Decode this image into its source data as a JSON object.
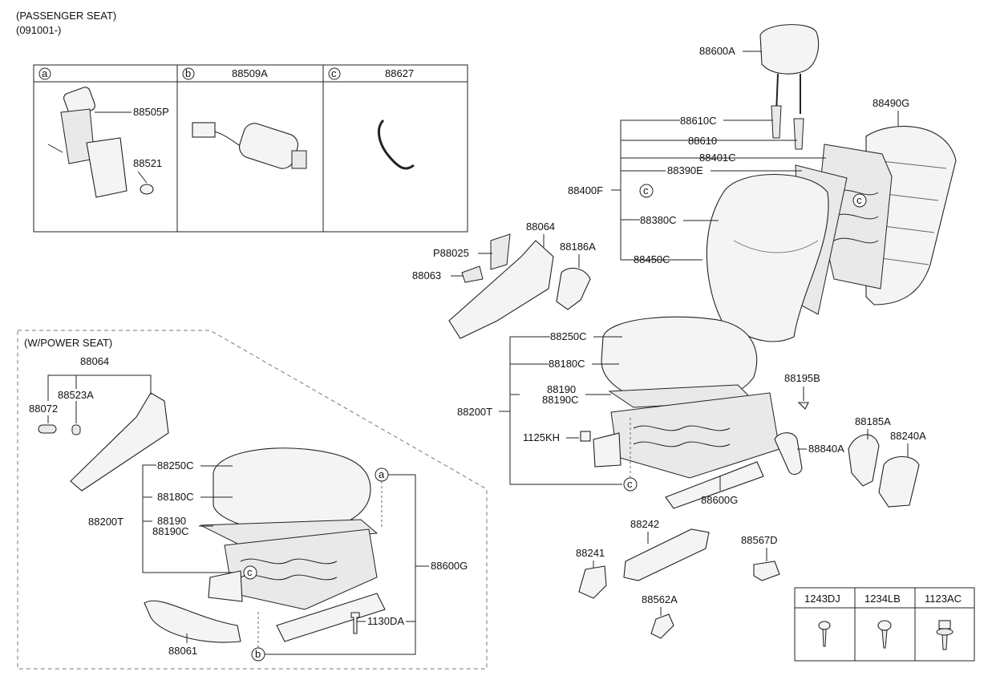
{
  "header": {
    "title": "(PASSENGER SEAT)",
    "date_range": "(091001-)"
  },
  "inset_table": {
    "cells": [
      {
        "letter": "a",
        "part": ""
      },
      {
        "letter": "b",
        "part": "88509A"
      },
      {
        "letter": "c",
        "part": "88627"
      }
    ],
    "labels": {
      "motor": "88505P",
      "ring": "88521"
    }
  },
  "power_seat": {
    "title": "(W/POWER SEAT)",
    "labels": {
      "cover_top": "88064",
      "cover_mid": "88523A",
      "cover_left": "88072",
      "cushion_cover": "88250C",
      "cushion_pad": "88180C",
      "seat_assy": "88200T",
      "cushion_frame": "88190",
      "cushion_frame2": "88190C",
      "circle_c": "c",
      "circle_a": "a",
      "circle_b": "b",
      "track": "88600G",
      "bolt": "1130DA",
      "trim": "88061"
    }
  },
  "main": {
    "labels": {
      "headrest": "88600A",
      "back_trim": "88490G",
      "back_frame_c": "88610C",
      "back_frame": "88610",
      "back_401": "88401C",
      "back_390": "88390E",
      "back_assy": "88400F",
      "back_circle": "c",
      "back_cover": "88380C",
      "back_pad": "88450C",
      "shield_top": "88064",
      "shield_p": "P88025",
      "shield_063": "88063",
      "shield_186": "88186A",
      "cushion_cover": "88250C",
      "cushion_pad": "88180C",
      "cushion_frame": "88190",
      "cushion_frame2": "88190C",
      "seat_assy": "88200T",
      "bolt_195": "88195B",
      "nut_1125": "1125KH",
      "handle_840": "88840A",
      "cover_185": "88185A",
      "cover_240": "88240A",
      "circle_c": "c",
      "track": "88600G",
      "rail_242": "88242",
      "cap_241": "88241",
      "clip_567": "88567D",
      "cap_562": "88562A"
    }
  },
  "fastener_table": {
    "headers": [
      "1243DJ",
      "1234LB",
      "1123AC"
    ]
  }
}
